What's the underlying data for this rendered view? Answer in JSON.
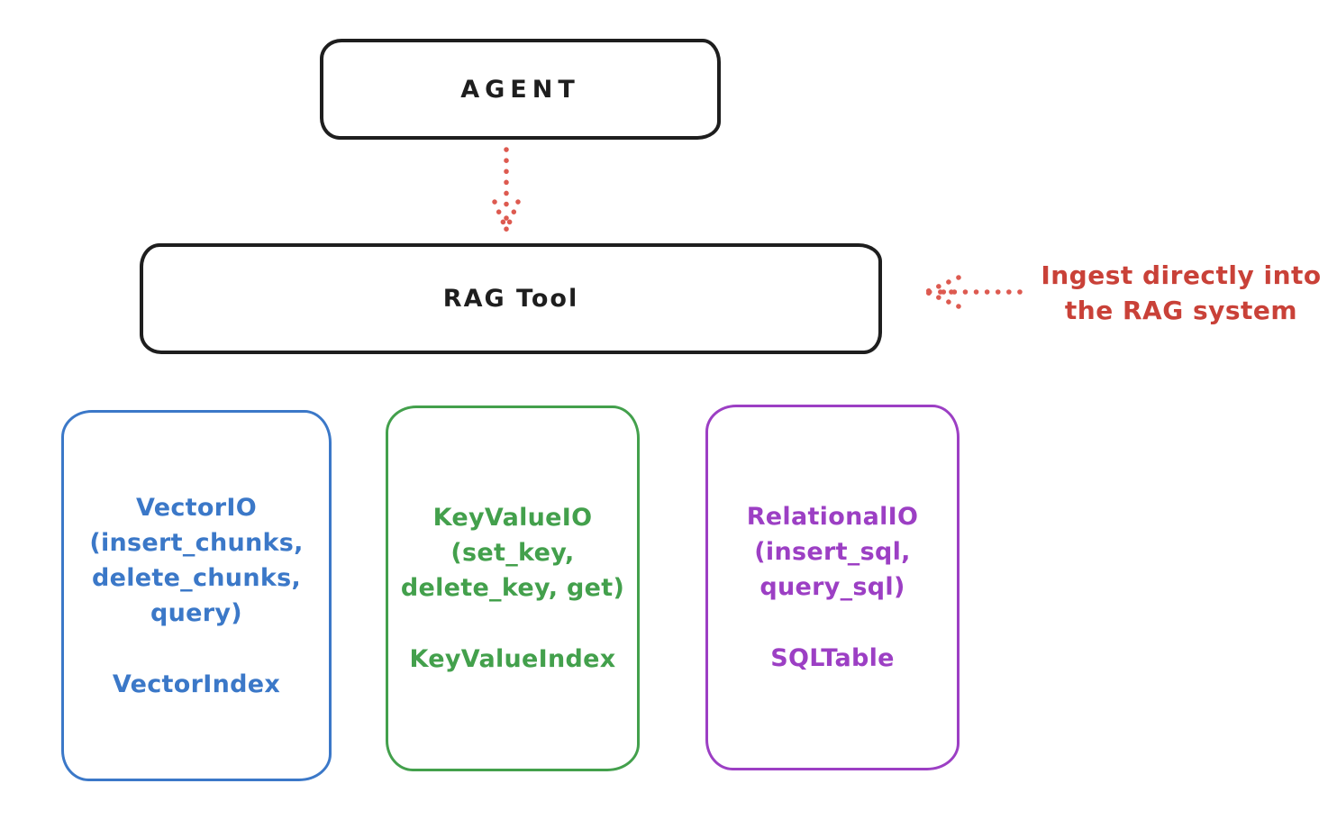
{
  "diagram": {
    "agent_box": {
      "label": "AGENT"
    },
    "rag_tool_box": {
      "label": "RAG Tool"
    },
    "annotation": {
      "text": "Ingest directly into\nthe RAG system"
    },
    "io_boxes": [
      {
        "id": "vector-io",
        "io_label": "VectorIO\n(insert_chunks,\ndelete_chunks,\nquery)",
        "index_label": "VectorIndex",
        "color": "#3b78c8"
      },
      {
        "id": "keyvalue-io",
        "io_label": "KeyValueIO\n(set_key,\ndelete_key, get)",
        "index_label": "KeyValueIndex",
        "color": "#43a04c"
      },
      {
        "id": "relational-io",
        "io_label": "RelationalIO\n(insert_sql,\nquery_sql)",
        "index_label": "SQLTable",
        "color": "#9c3fc4"
      }
    ],
    "colors": {
      "ink": "#1e1e1e",
      "red_text": "#c94138",
      "red_arrow": "#dd5a50",
      "blue": "#3b78c8",
      "green": "#43a04c",
      "purple": "#9c3fc4",
      "background": "#ffffff"
    }
  }
}
